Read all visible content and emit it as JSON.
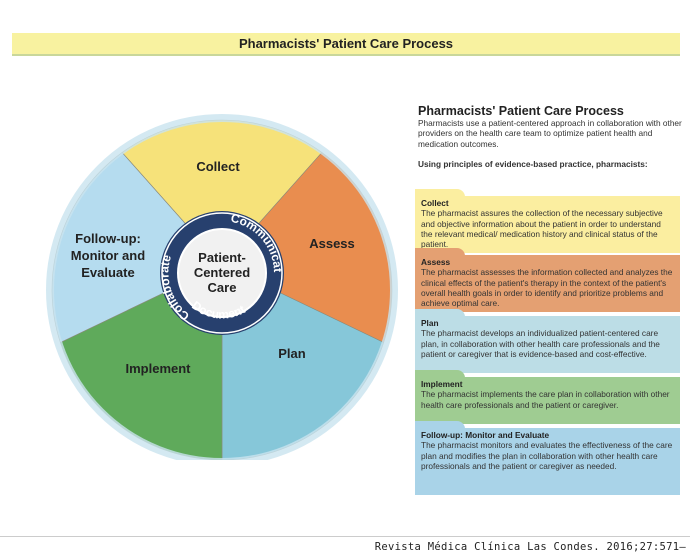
{
  "banner": "Pharmacists' Patient Care Process",
  "wheel": {
    "center": [
      "Patient-",
      "Centered",
      "Care"
    ],
    "ring_words": [
      "Collaborate",
      "Communicate",
      "Document"
    ],
    "segments": [
      {
        "label": [
          "Collect"
        ],
        "color": "#f6e27a"
      },
      {
        "label": [
          "Assess"
        ],
        "color": "#e98d4f"
      },
      {
        "label": [
          "Plan"
        ],
        "color": "#86c7d9"
      },
      {
        "label": [
          "Implement"
        ],
        "color": "#5faa5b"
      },
      {
        "label": [
          "Follow-up:",
          "Monitor and",
          "Evaluate"
        ],
        "color": "#b5dcef"
      }
    ],
    "ring_color": "#27406e"
  },
  "panel": {
    "title": "Pharmacists' Patient Care Process",
    "intro": "Pharmacists use a patient-centered approach in collaboration with other providers on the health care team to optimize patient health and medication outcomes.",
    "intro2": "Using principles of evidence-based practice, pharmacists:",
    "steps": [
      {
        "title": "Collect",
        "text": "The pharmacist assures the collection of the necessary subjective and objective information about the patient in order to understand the relevant medical/ medication history and clinical status of the patient.",
        "color": "#fbeea0"
      },
      {
        "title": "Assess",
        "text": "The pharmacist assesses the information collected and analyzes the clinical effects of the patient's therapy in the context of the patient's overall health goals in order to identify and prioritize problems and achieve optimal care.",
        "color": "#e4a072"
      },
      {
        "title": "Plan",
        "text": "The pharmacist develops an individualized patient-centered care plan, in collaboration with other health care professionals and the patient or caregiver that is evidence-based and cost-effective.",
        "color": "#bcdde6"
      },
      {
        "title": "Implement",
        "text": "The pharmacist implements the care plan in collaboration with other health care professionals and the patient or caregiver.",
        "color": "#9fcc92"
      },
      {
        "title": "Follow-up: Monitor and Evaluate",
        "text": "The pharmacist monitors and evaluates the effectiveness of the care plan and modifies the plan in collaboration with other health care professionals and the patient or caregiver as needed.",
        "color": "#a9d3e8"
      }
    ]
  },
  "footer": "Revista Médica Clínica Las Condes. 2016;27:571–"
}
